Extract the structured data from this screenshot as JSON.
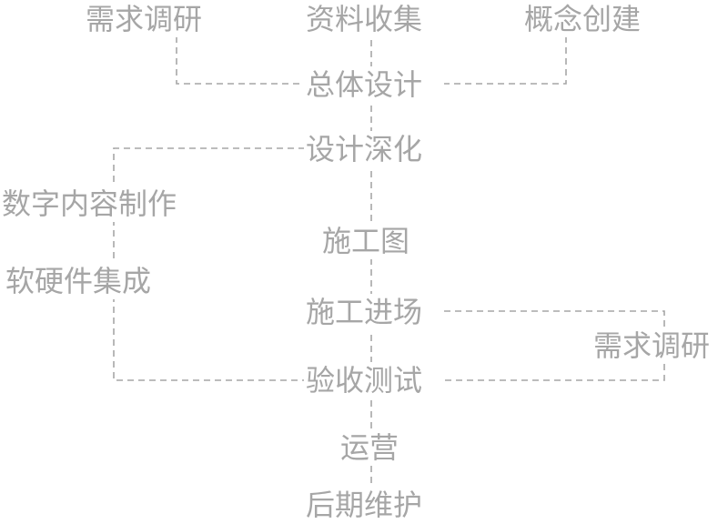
{
  "diagram": {
    "nodes": {
      "demand_research_top": "需求调研",
      "data_collection": "资料收集",
      "concept_creation": "概念创建",
      "overall_design": "总体设计",
      "design_deepening": "设计深化",
      "digital_content": "数字内容制作",
      "hw_sw_integration": "软硬件集成",
      "construction_drawing": "施工图",
      "construction_entry": "施工进场",
      "demand_research_right": "需求调研",
      "acceptance_testing": "验收测试",
      "operation": "运营",
      "maintenance": "后期维护"
    },
    "colors": {
      "text": "#a6a6a6",
      "line": "#a6a6a6",
      "background": "#ffffff"
    }
  }
}
